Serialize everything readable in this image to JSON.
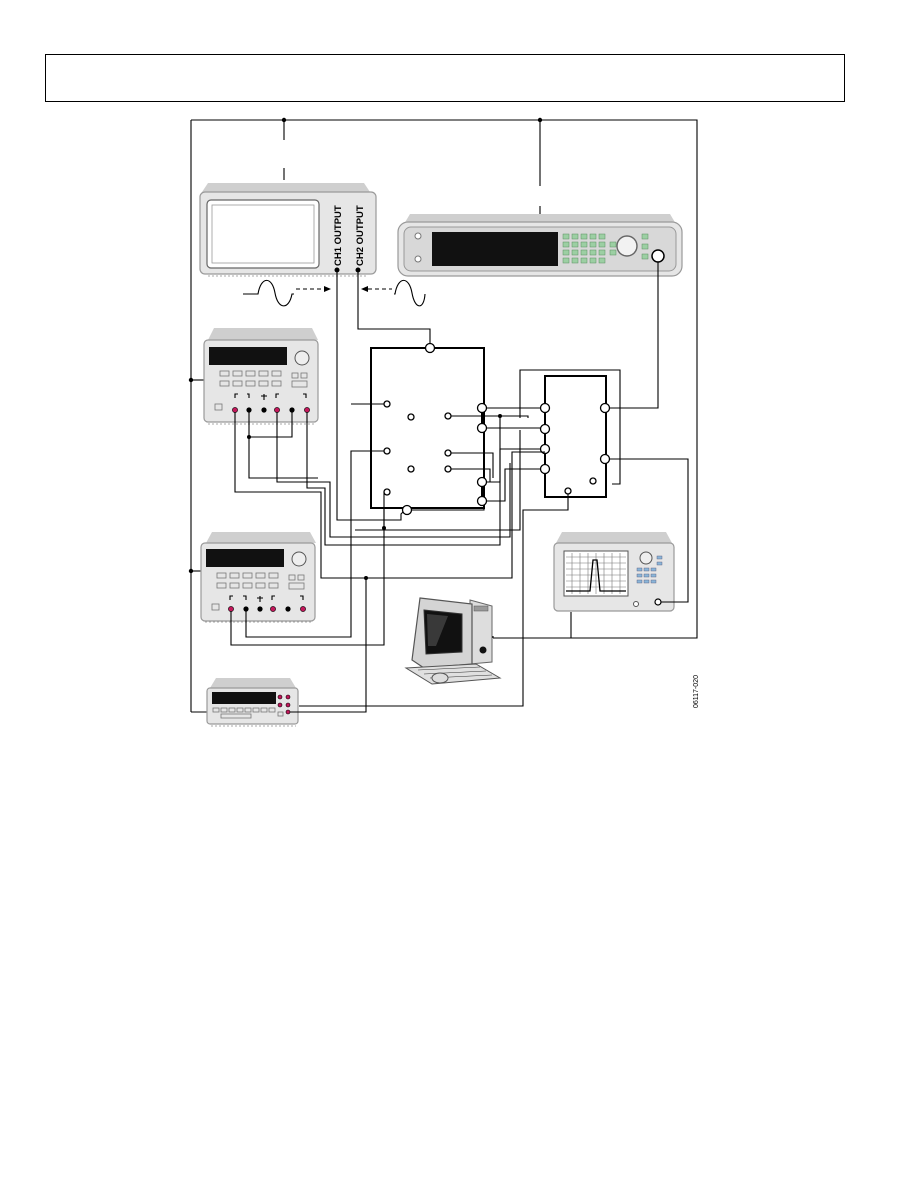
{
  "labels": {
    "ch1_output": "CH1 OUTPUT",
    "ch2_output": "CH2 OUTPUT",
    "figure_number": "06117-020"
  },
  "colors": {
    "terminal_red": "#c2185b",
    "instrument_body": "#e6e6e6",
    "display": "#111111",
    "keypad_green": "#9ccfa3"
  },
  "icons": {
    "waveform_left": "sine-wave-icon",
    "waveform_right": "sine-wave-icon"
  }
}
